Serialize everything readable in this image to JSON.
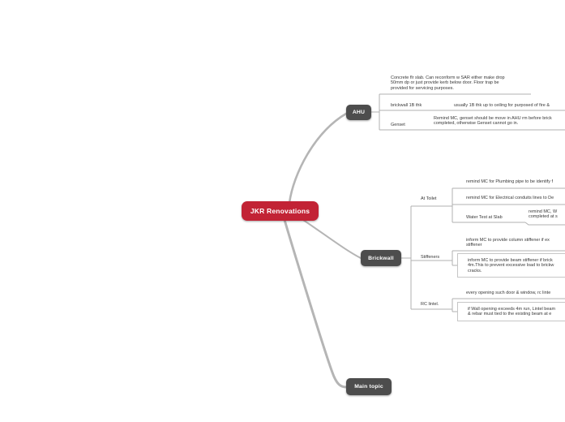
{
  "palette": {
    "root_bg": "#c22335",
    "topic_bg": "#4d4d4d",
    "branch_line": "#b5b5b5",
    "topic_line": "#b0b0b0",
    "box_border": "#c6c6c6",
    "text": "#383838"
  },
  "root": {
    "label": "JKR Renovations"
  },
  "branches": {
    "ahu": {
      "label": "AHU",
      "concrete": {
        "lines": [
          "Concrete flr slab. Can reconform w SAR either make drop",
          "50mm dp or just provide kerb below door. Floor trap be",
          "provided for servicing purposes."
        ]
      },
      "brickwall_1b": {
        "label": "brickwall 1B thk",
        "child": "usually 1B thk up to ceiling for purposed of fire &"
      },
      "genset": {
        "label": "Genset",
        "child_lines": [
          "Remind MC, genset should be move in AHU rm before brick",
          "completed, otherwise Genset cannot go in."
        ]
      }
    },
    "brickwall": {
      "label": "Brickwall",
      "at_toilet": {
        "label": "At Toilet",
        "plumbing": "remind MC for Plumbing pipe to be identify f",
        "electrical": "remind MC for Electrical conduits lines to De",
        "water_test": {
          "label": "Water Test at Slab",
          "child_lines": [
            "remind MC,  W",
            "completed at s"
          ]
        }
      },
      "stiffeners": {
        "label": "Stiffeners",
        "column": {
          "lines": [
            "inform MC to provide column stiffener if ex",
            "stiffener"
          ]
        },
        "beam": {
          "lines": [
            "inform MC to provide beam stiffener if brick",
            "4m.This to prevent excessive load to brickw",
            "cracks."
          ]
        }
      },
      "rc_lintel": {
        "label": "RC lintel.",
        "every_opening": "every opening such door & window, rc linte",
        "wall_opening": {
          "lines": [
            "if Wall opening exceeds 4m run, Lintel beam",
            "& rebar must tied to the existing beam at e"
          ]
        }
      }
    },
    "main_topic": {
      "label": "Main topic"
    }
  }
}
